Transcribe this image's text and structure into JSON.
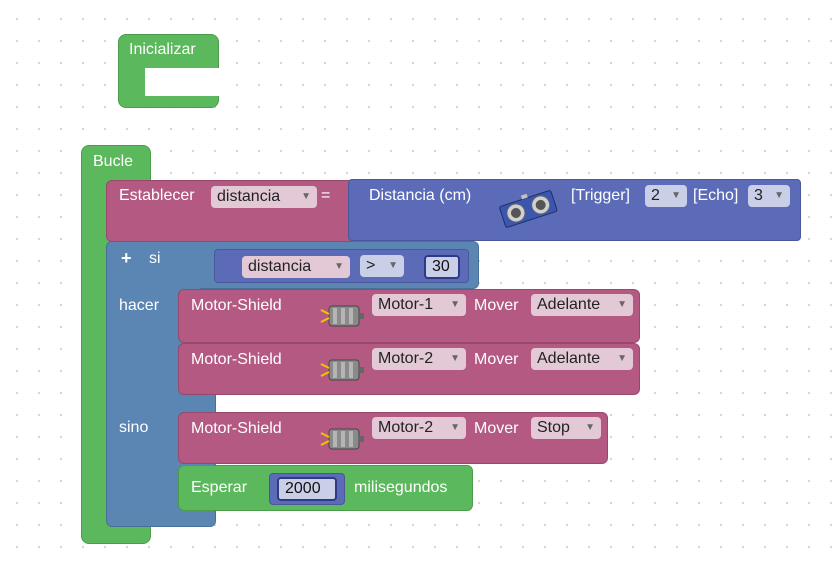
{
  "init_block": {
    "label": "Inicializar"
  },
  "loop_block": {
    "label": "Bucle"
  },
  "set_block": {
    "label": "Establecer",
    "variable": "distancia",
    "equals": "=",
    "sensor": {
      "label": "Distancia (cm)",
      "trigger_label": "[Trigger]",
      "trigger_value": "2",
      "echo_label": "[Echo]",
      "echo_value": "3"
    }
  },
  "if_block": {
    "plus": "+",
    "si_label": "si",
    "hacer_label": "hacer",
    "sino_label": "sino",
    "condition": {
      "variable": "distancia",
      "operator": ">",
      "value": "30"
    }
  },
  "motor_blocks": [
    {
      "label": "Motor-Shield",
      "motor": "Motor-1",
      "move_label": "Mover",
      "direction": "Adelante"
    },
    {
      "label": "Motor-Shield",
      "motor": "Motor-2",
      "move_label": "Mover",
      "direction": "Adelante"
    },
    {
      "label": "Motor-Shield",
      "motor": "Motor-2",
      "move_label": "Mover",
      "direction": "Stop"
    }
  ],
  "wait_block": {
    "label": "Esperar",
    "value": "2000",
    "unit": "milisegundos"
  },
  "icons": {
    "dropdown": "dropdown-arrow-icon",
    "motor": "dc-motor-icon",
    "sensor": "ultrasonic-sensor-icon"
  },
  "colors": {
    "loop": "#5cb85c",
    "variables": "#b45a82",
    "sensor": "#5c6bb8",
    "logic": "#5b86b4",
    "text": "#ffffff"
  }
}
